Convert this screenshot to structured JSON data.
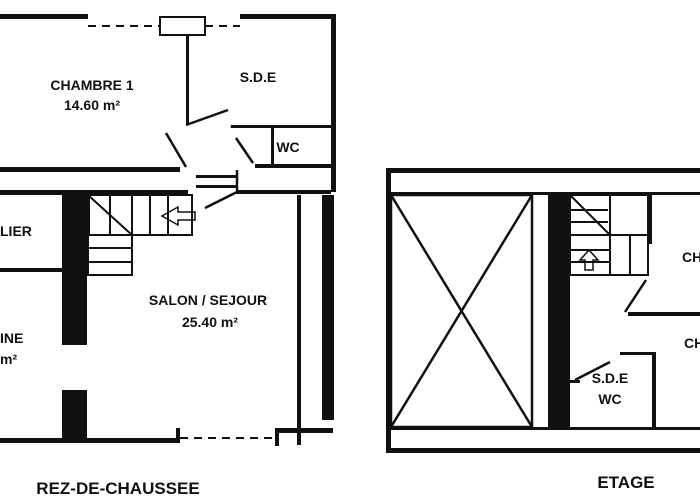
{
  "colors": {
    "wall": "#111111",
    "background": "#ffffff"
  },
  "ground_floor": {
    "caption": "REZ-DE-CHAUSSEE",
    "rooms": [
      {
        "name": "CHAMBRE 1",
        "area": "14.60 m²"
      },
      {
        "name": "S.D.E"
      },
      {
        "name": "WC"
      },
      {
        "name": "LIER"
      },
      {
        "name": "SALON / SEJOUR",
        "area": "25.40 m²"
      },
      {
        "name": "INE",
        "area": "m²"
      }
    ]
  },
  "upper_floor": {
    "caption": "ETAGE",
    "rooms": [
      {
        "name": "CH"
      },
      {
        "name": "CH"
      },
      {
        "name": "S.D.E"
      },
      {
        "name": "WC"
      }
    ]
  }
}
